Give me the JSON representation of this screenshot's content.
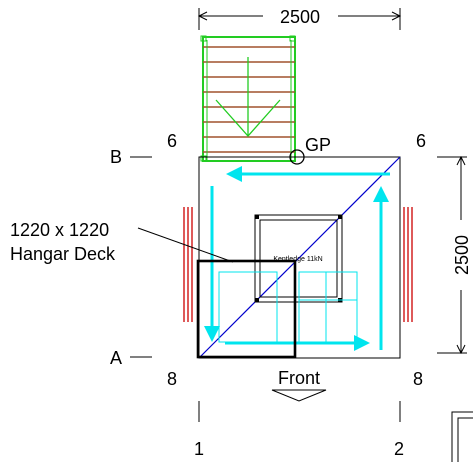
{
  "dimensions": {
    "top_width": "2500",
    "right_height": "2500"
  },
  "grid": {
    "col_left": "1",
    "col_right": "2",
    "row_top": "B",
    "row_bottom": "A"
  },
  "corners": {
    "top_left": "6",
    "top_right": "6",
    "bottom_left": "8",
    "bottom_right": "8"
  },
  "gp_label": "GP",
  "front_label": "Front",
  "deck_label_line1": "1220 x 1220",
  "deck_label_line2": "Hangar Deck",
  "kentledge_label": "Kentledge 11kN",
  "colors": {
    "stairs_outline": "#22cc22",
    "stairs_treads": "#a0522d",
    "flow_arrows": "#00e5ee",
    "diagonal": "#0000cc",
    "guardrail": "#cc0000"
  }
}
